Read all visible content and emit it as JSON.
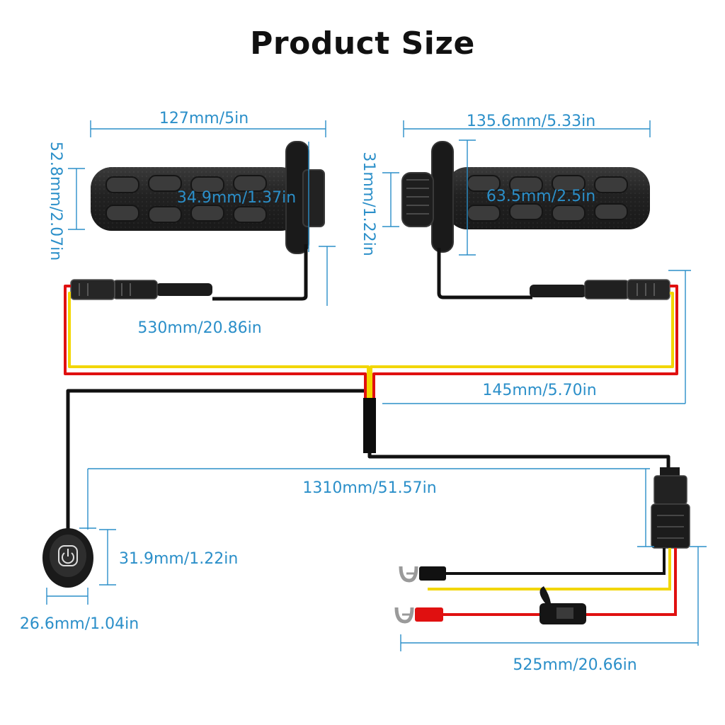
{
  "title": "Product Size",
  "colors": {
    "dimension": "#2b8fc9",
    "grip": "#2a2a2a",
    "wire_black": "#111111",
    "wire_red": "#e01010",
    "wire_yellow": "#f2d600"
  },
  "dimensions": {
    "left_grip_length": "127mm/5in",
    "left_grip_height": "52.8mm/2.07in",
    "left_grip_diameter": "34.9mm/1.37in",
    "right_grip_length": "135.6mm/5.33in",
    "right_grip_height": "31mm/1.22in",
    "right_grip_diameter": "63.5mm/2.5in",
    "left_cable_length": "530mm/20.86in",
    "right_cable_length": "145mm/5.70in",
    "main_cable_length": "1310mm/51.57in",
    "switch_height": "31.9mm/1.22in",
    "switch_width": "26.6mm/1.04in",
    "power_cable_length": "525mm/20.66in"
  },
  "icons": {
    "switch": "power-icon",
    "fuse": "fuse-holder-icon",
    "terminals": "ring-terminal-icon"
  }
}
